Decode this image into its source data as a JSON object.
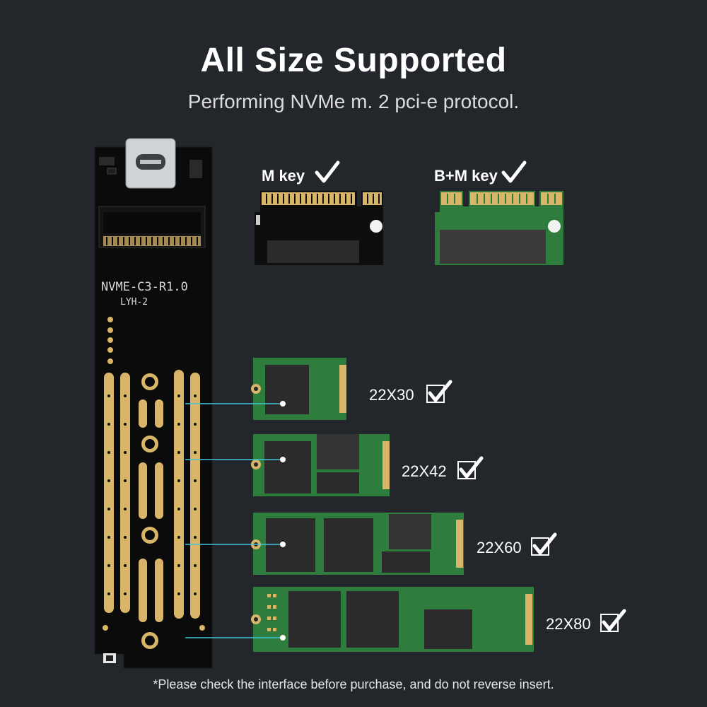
{
  "header": {
    "title": "All Size Supported",
    "subtitle": "Performing NVMe m. 2 pci-e protocol."
  },
  "adapter_board": {
    "model_text": "NVME-C3-R1.0",
    "sub_text": "LYH-2"
  },
  "keys": [
    {
      "label": "M key",
      "supported": true
    },
    {
      "label": "B+M key",
      "supported": true
    }
  ],
  "sizes": [
    {
      "label": "22X30",
      "supported": true
    },
    {
      "label": "22X42",
      "supported": true
    },
    {
      "label": "22X60",
      "supported": true
    },
    {
      "label": "22X80",
      "supported": true
    }
  ],
  "footnote": "*Please check the interface before purchase, and do not reverse insert.",
  "colors": {
    "background": "#23262b",
    "pcb_black": "#0d0d0d",
    "pcb_green": "#2f7d3c",
    "gold": "#d9b56a",
    "pointer_line": "#3ec6d6"
  }
}
